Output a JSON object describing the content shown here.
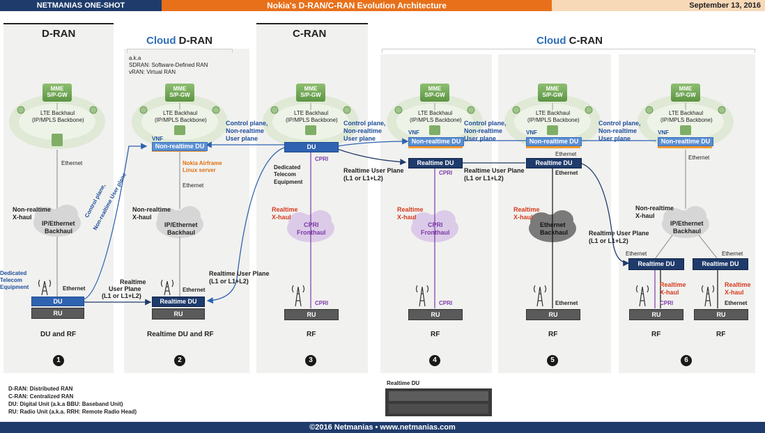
{
  "header": {
    "left": "NETMANIAS ONE-SHOT",
    "title": "Nokia's D-RAN/C-RAN Evolution Architecture",
    "date": "September 13, 2016"
  },
  "columns": {
    "c1_title": "D-RAN",
    "c2_title_prefix": "Cloud",
    "c2_title_main": "D-RAN",
    "c3_title": "C-RAN",
    "c4_title_prefix": "Cloud",
    "c4_title_main": "C-RAN"
  },
  "aka": {
    "line1": "a.k.a",
    "line2": "SDRAN: Software-Defined RAN",
    "line3": "vRAN: Virtual RAN"
  },
  "labels": {
    "mme": "MME",
    "spgw": "S/P-GW",
    "backhaul1": "LTE Backhaul",
    "backhaul2": "(IP/MPLS Backbone)",
    "ethernet": "Ethernet",
    "nonrt1": "Non-realtime",
    "nonrt2": "X-haul",
    "ipeth1": "IP/Ethernet",
    "ipeth2": "Backhaul",
    "du": "DU",
    "ru": "RU",
    "vnf": "VNF",
    "nonrt_du": "Non-realtime DU",
    "rt_du": "Realtime DU",
    "nokia1": "Nokia Airframe",
    "nokia2": "Linux server",
    "dedicated1": "Dedicated",
    "dedicated2": "Telecom",
    "dedicated3": "Equipment",
    "ctrl1": "Control plane,",
    "ctrl2": "Non-realtime",
    "ctrl3": "User plane",
    "ctrl_diag": "Control plane,",
    "ctrl_diag2": "Non-realtime User plane",
    "rtup1": "Realtime",
    "rtup2": "User Plane",
    "rtup3": "(L1 or L1+L2)",
    "rtup_long": "Realtime User Plane",
    "rt_xhaul1": "Realtime",
    "rt_xhaul2": "X-haul",
    "cpri": "CPRI",
    "fronthaul": "Fronthaul",
    "eth_bh1": "Ethernet",
    "eth_bh2": "Backhaul",
    "rf": "RF"
  },
  "captions": {
    "c1": "DU and RF",
    "c2": "Realtime DU and RF",
    "c3": "RF",
    "c4": "RF",
    "c5": "RF",
    "c6a": "RF",
    "c6b": "RF"
  },
  "numbers": [
    "1",
    "2",
    "3",
    "4",
    "5",
    "6"
  ],
  "legend": {
    "l1": "D-RAN: Distributed RAN",
    "l2": "C-RAN: Centralized RAN",
    "l3": "DU: Digital Unit (a.k.a BBU: Baseband Unit)",
    "l4": "RU: Radio Unit (a.k.a. RRH: Remote Radio Head)",
    "photo_label": "Realtime DU"
  },
  "footer": "©2016 Netmanias • www.netmanias.com",
  "colors": {
    "header_blue": "#1f3b6b",
    "header_orange": "#e8701a",
    "cloud_blue": "#2d6db8",
    "realtime_red": "#d63b1f",
    "cpri_purple": "#7b3aa6"
  }
}
